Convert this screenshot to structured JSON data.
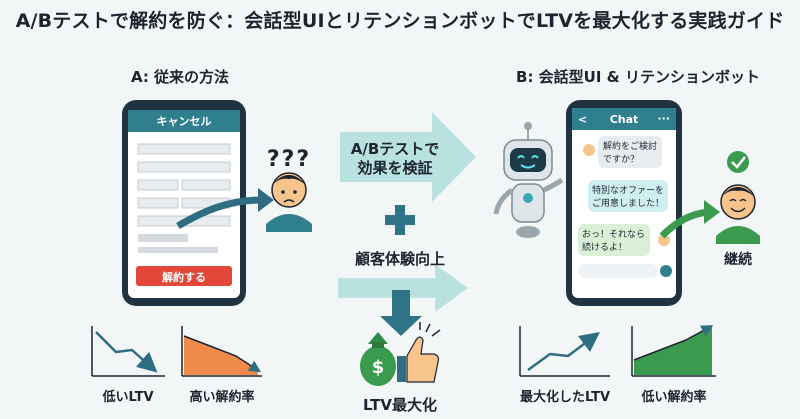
{
  "title": "A/Bテストで解約を防ぐ：会話型UIとリテンションボットでLTVを最大化する実践ガイド",
  "left": {
    "label": "A: 従来の方法",
    "phone_header": "キャンセル",
    "cancel_button": "解約する",
    "question_marks": "???",
    "chart_low_ltv": "低いLTV",
    "chart_high_churn": "高い解約率"
  },
  "center": {
    "arrow_text_line1": "A/Bテストで",
    "arrow_text_line2": "効果を検証",
    "plus": "+",
    "cx_label": "顧客体験向上",
    "ltv_max": "LTV最大化",
    "money_symbol": "$"
  },
  "right": {
    "label": "B: 会話型UI & リテンションボット",
    "chat_title": "Chat",
    "chat_back": "<",
    "chat_menu": "···",
    "msg1_line1": "解約をご検討",
    "msg1_line2": "ですか？",
    "msg2_line1": "特別なオファーを",
    "msg2_line2": "ご用意しました！",
    "msg3_line1": "おっ！それなら",
    "msg3_line2": "続けるよ！",
    "retained": "継続",
    "chart_max_ltv": "最大化したLTV",
    "chart_low_churn": "低い解約率"
  },
  "colors": {
    "teal": "#2f7f8f",
    "red": "#e2473a",
    "orange": "#f08a4b",
    "green": "#3a9a4e",
    "arrow": "#a9d9d9"
  }
}
